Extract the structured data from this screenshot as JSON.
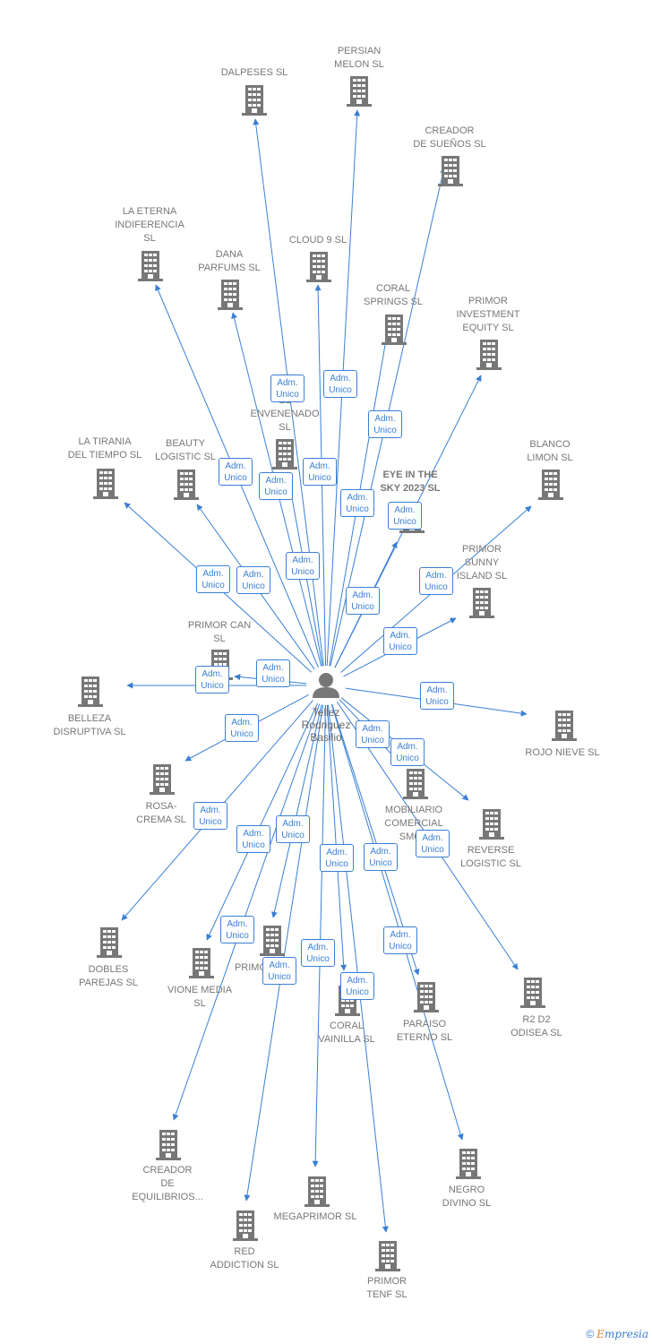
{
  "center": {
    "name_lines": [
      "Tellez",
      "Rodriguez",
      "Basilio"
    ],
    "icon": "person-icon"
  },
  "edge_label": [
    "Adm.",
    "Unico"
  ],
  "colors": {
    "edge": "#3a7fd5",
    "icon": "#777777",
    "label": "#777777"
  },
  "companies": [
    {
      "id": "dalpeses",
      "name_lines": [
        "DALPESES SL"
      ]
    },
    {
      "id": "persian-melon",
      "name_lines": [
        "PERSIAN",
        "MELON SL"
      ]
    },
    {
      "id": "creador-suenos",
      "name_lines": [
        "CREADOR",
        "DE SUEÑOS SL"
      ]
    },
    {
      "id": "eterna-indiferencia",
      "name_lines": [
        "LA ETERNA",
        "INDIFERENCIA",
        "SL"
      ]
    },
    {
      "id": "cloud-9",
      "name_lines": [
        "CLOUD 9 SL"
      ]
    },
    {
      "id": "dana-parfums",
      "name_lines": [
        "DANA",
        "PARFUMS SL"
      ]
    },
    {
      "id": "coral-springs",
      "name_lines": [
        "CORAL",
        "SPRINGS SL"
      ]
    },
    {
      "id": "primor-investment",
      "name_lines": [
        "PRIMOR",
        "INVESTMENT",
        "EQUITY SL"
      ]
    },
    {
      "id": "envenenado",
      "name_lines": [
        "EL",
        "ENVENENADO",
        "SL"
      ]
    },
    {
      "id": "tirania-tiempo",
      "name_lines": [
        "LA TIRANIA",
        "DEL TIEMPO SL"
      ]
    },
    {
      "id": "beauty-logistic",
      "name_lines": [
        "BEAUTY",
        "LOGISTIC SL"
      ]
    },
    {
      "id": "eye-in-the-sky",
      "name_lines": [
        "EYE IN THE",
        "SKY 2023 SL"
      ]
    },
    {
      "id": "blanco-limon",
      "name_lines": [
        "BLANCO",
        "LIMON SL"
      ]
    },
    {
      "id": "primor-sunny",
      "name_lines": [
        "PRIMOR",
        "SUNNY",
        "ISLAND SL"
      ]
    },
    {
      "id": "primor-can",
      "name_lines": [
        "PRIMOR CAN",
        "SL"
      ]
    },
    {
      "id": "belleza-disruptiva",
      "name_lines": [
        "BELLEZA",
        "DISRUPTIVA SL"
      ]
    },
    {
      "id": "rojo-nieve",
      "name_lines": [
        "ROJO NIEVE SL"
      ]
    },
    {
      "id": "rosa-crema",
      "name_lines": [
        "ROSA-",
        "CREMA SL"
      ]
    },
    {
      "id": "mobiliario-smob",
      "name_lines": [
        "MOBILIARIO",
        "COMERCIAL",
        "SMOB"
      ]
    },
    {
      "id": "reverse-logistic",
      "name_lines": [
        "REVERSE",
        "LOGISTIC SL"
      ]
    },
    {
      "id": "dobles-parejas",
      "name_lines": [
        "DOBLES",
        "PAREJAS SL"
      ]
    },
    {
      "id": "vione-media",
      "name_lines": [
        "VIONE MEDIA",
        "SL"
      ]
    },
    {
      "id": "primo",
      "name_lines": [
        "PRIMO"
      ]
    },
    {
      "id": "coral-vainilla",
      "name_lines": [
        "CORAL",
        "VAINILLA SL"
      ]
    },
    {
      "id": "paraiso-eterno",
      "name_lines": [
        "PARAISO",
        "ETERNO SL"
      ]
    },
    {
      "id": "r2d2-odisea",
      "name_lines": [
        "R2 D2",
        "ODISEA SL"
      ]
    },
    {
      "id": "creador-equilibrios",
      "name_lines": [
        "CREADOR",
        "DE",
        "EQUILIBRIOS..."
      ]
    },
    {
      "id": "megaprimor",
      "name_lines": [
        "MEGAPRIMOR SL"
      ]
    },
    {
      "id": "negro-divino",
      "name_lines": [
        "NEGRO",
        "DIVINO SL"
      ]
    },
    {
      "id": "red-addiction",
      "name_lines": [
        "RED",
        "ADDICTION SL"
      ]
    },
    {
      "id": "primor-tenf",
      "name_lines": [
        "PRIMOR",
        "TENF SL"
      ]
    }
  ],
  "brand": {
    "copyright": "©",
    "initial": "E",
    "rest": "mpresia"
  }
}
